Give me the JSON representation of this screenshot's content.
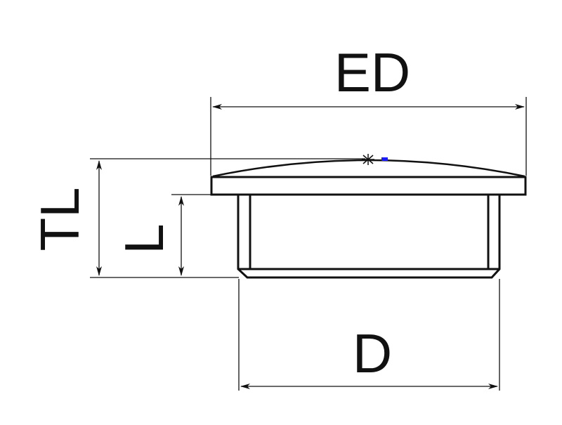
{
  "dimensions": {
    "ed": "ED",
    "tl": "TL",
    "l": "L",
    "d": "D"
  },
  "colors": {
    "line": "#111111",
    "marker": "#1a1aff"
  }
}
